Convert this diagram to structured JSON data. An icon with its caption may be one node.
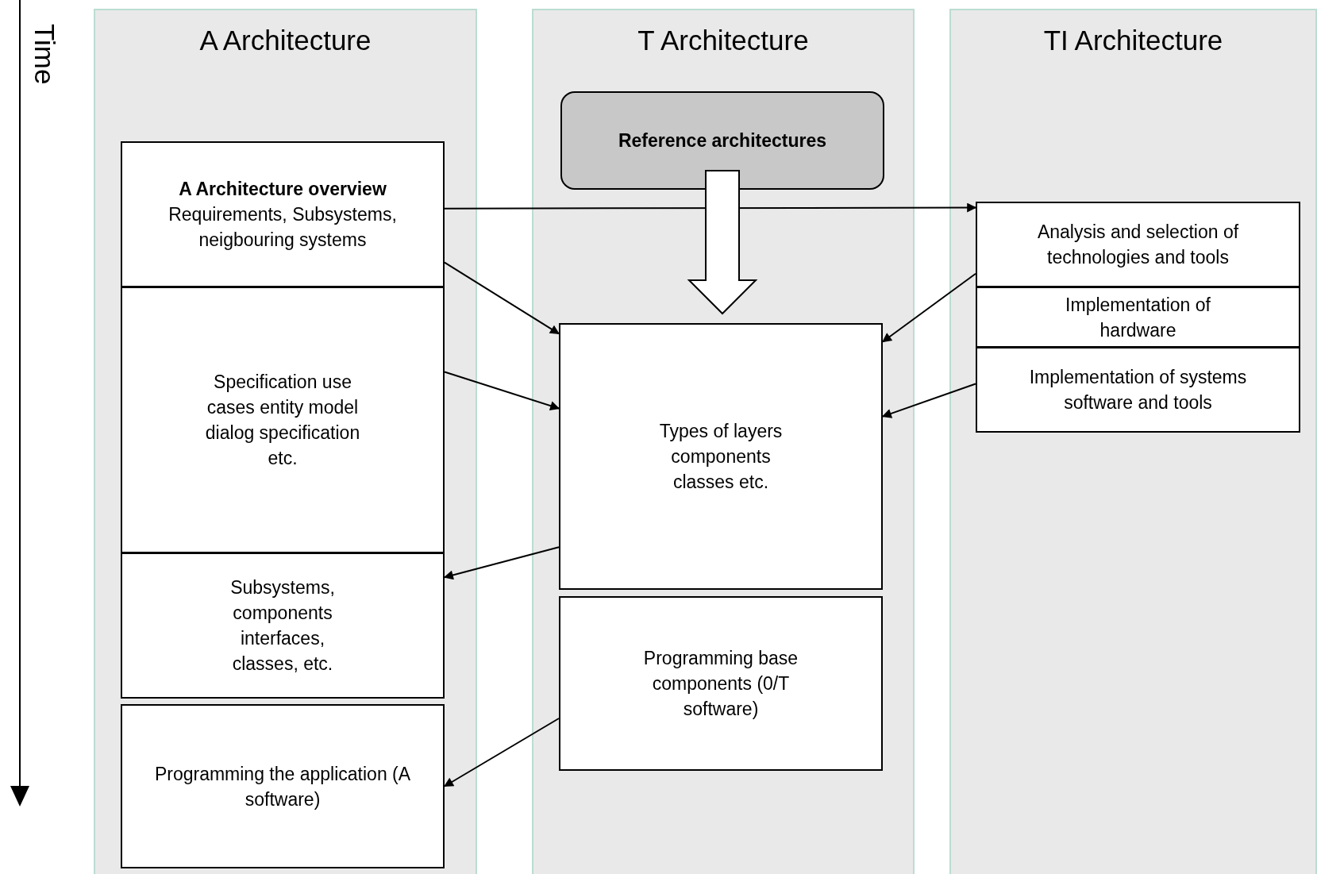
{
  "diagram": {
    "nodes": [
      {
        "text": [
          "A Architecture"
        ]
      },
      {
        "text": [
          "T Architecture"
        ]
      },
      {
        "text": [
          "TI Architecture"
        ]
      },
      {
        "text": [
          "A Architecture overview",
          "Requirements, Subsystems, neigbouring systems"
        ],
        "in": 0
      },
      {
        "text": [
          "Specification use cases entity model dialog specification etc."
        ],
        "in": 0
      },
      {
        "text": [
          "Subsystems, components interfaces, classes, etc."
        ],
        "in": 0
      },
      {
        "text": [
          "Programming the application (A software)"
        ],
        "in": 0
      },
      {
        "text": [
          "Reference architectures"
        ],
        "in": 1
      },
      {
        "text": [
          "Types of layers components classes etc."
        ],
        "in": 1
      },
      {
        "text": [
          "Programming base components (0/T software)"
        ],
        "in": 1
      },
      {
        "text": [
          "Analysis and selection of technologies and tools"
        ],
        "in": 2
      },
      {
        "text": [
          "Implementation of hardware"
        ],
        "in": 2
      },
      {
        "text": [
          "Implementation of systems software and tools"
        ],
        "in": 2
      }
    ],
    "edges": [
      {
        "from": 3,
        "to": 10,
        "arrow": "to"
      },
      {
        "from": 3,
        "to": 8,
        "arrow": "to"
      },
      {
        "from": 4,
        "to": 8,
        "arrow": "to"
      },
      {
        "from": 8,
        "to": 5,
        "arrow": "to"
      },
      {
        "from": 9,
        "to": 6,
        "arrow": "to"
      },
      {
        "from": 10,
        "to": 8,
        "arrow": "to"
      },
      {
        "from": 12,
        "to": 8,
        "arrow": "to"
      },
      {
        "from": 7,
        "to": 8,
        "arrow": "to",
        "style": "thick"
      }
    ],
    "labels": [
      "Time"
    ]
  }
}
